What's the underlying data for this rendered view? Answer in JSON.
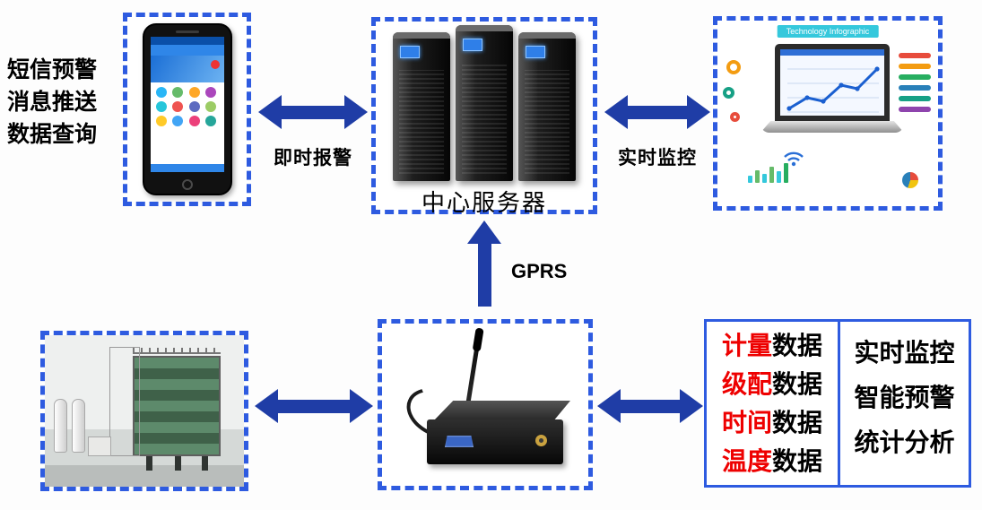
{
  "colors": {
    "box_border_blue": "#2e5be0",
    "arrow_blue": "#1f3da6",
    "highlight_red": "#ee0000"
  },
  "left_note": {
    "line1": "短信预警",
    "line2": "消息推送",
    "line3": "数据查询"
  },
  "labels": {
    "phone_server_arrow": "即时报警",
    "server_laptop_arrow": "实时监控",
    "gprs_arrow": "GPRS"
  },
  "server": {
    "caption": "中心服务器"
  },
  "laptop": {
    "banner": "Technology Infographic"
  },
  "data_panel": {
    "rows": [
      {
        "highlight": "计量",
        "rest": "数据"
      },
      {
        "highlight": "级配",
        "rest": "数据"
      },
      {
        "highlight": "时间",
        "rest": "数据"
      },
      {
        "highlight": "温度",
        "rest": "数据"
      }
    ],
    "features": [
      "实时监控",
      "智能预警",
      "统计分析"
    ]
  }
}
